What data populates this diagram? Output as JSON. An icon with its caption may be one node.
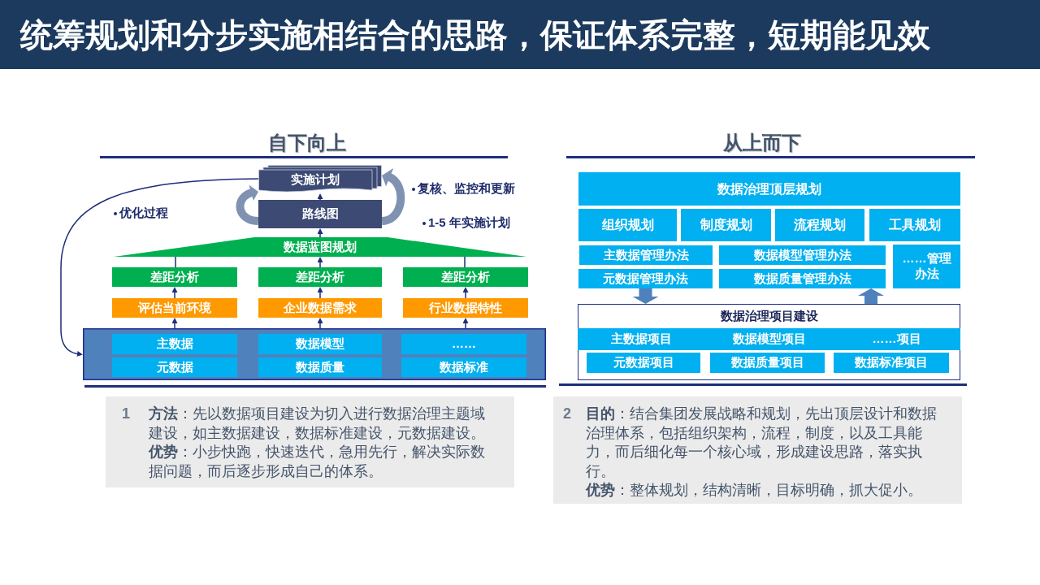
{
  "diagram": {
    "title": "统筹规划和分步实施相结合的思路，保证体系完整，短期能见效",
    "nodes": [
      {
        "text": [
          "实施计划"
        ]
      },
      {
        "text": [
          "路线图"
        ]
      },
      {
        "text": [
          "数据蓝图规划"
        ]
      },
      {
        "text": [
          "差距分析"
        ]
      },
      {
        "text": [
          "差距分析"
        ]
      },
      {
        "text": [
          "差距分析"
        ]
      },
      {
        "text": [
          "评估当前环境"
        ]
      },
      {
        "text": [
          "企业数据需求"
        ]
      },
      {
        "text": [
          "行业数据特性"
        ]
      },
      {
        "text": [],
        "shape": "box"
      },
      {
        "text": [
          "主数据"
        ],
        "in": 9
      },
      {
        "text": [
          "数据模型"
        ],
        "in": 9
      },
      {
        "text": [
          "……"
        ],
        "in": 9
      },
      {
        "text": [
          "元数据"
        ],
        "in": 9
      },
      {
        "text": [
          "数据质量"
        ],
        "in": 9
      },
      {
        "text": [
          "数据标准"
        ],
        "in": 9
      },
      {
        "text": [
          "数据治理顶层规划"
        ]
      },
      {
        "text": [
          "组织规划"
        ]
      },
      {
        "text": [
          "制度规划"
        ]
      },
      {
        "text": [
          "流程规划"
        ]
      },
      {
        "text": [
          "工具规划"
        ]
      },
      {
        "text": [
          "主数据管理办法"
        ]
      },
      {
        "text": [
          "数据模型管理办法"
        ]
      },
      {
        "text": [
          "……管理办法"
        ]
      },
      {
        "text": [
          "元数据管理办法"
        ]
      },
      {
        "text": [
          "数据质量管理办法"
        ]
      },
      {
        "text": [
          "数据治理项目建设"
        ]
      },
      {
        "text": [
          "主数据项目",
          "数据模型项目",
          "……项目"
        ],
        "in": 26
      },
      {
        "text": [
          "元数据项目"
        ],
        "in": 26
      },
      {
        "text": [
          "数据质量项目"
        ],
        "in": 26
      },
      {
        "text": [
          "数据标准项目"
        ],
        "in": 26
      },
      {
        "text": [
          "1",
          "**方法**：先以数据项目建设为切入进行数据治理主题域建设，如主数据建设，数据标准建设，元数据建设。",
          "**优势**：小步快跑，快速迭代，急用先行，解决实际数据问题，而后逐步形成自己的体系。"
        ]
      },
      {
        "text": [
          "2",
          "**目的**：结合集团发展战略和规划，先出顶层设计和数据治理体系，包括组织架构，流程，制度，以及工具能力，而后细化每一个核心域，形成建设思路，落实执行。",
          "**优势**：整体规划，结构清晰，目标明确，抓大促小。"
        ]
      }
    ],
    "edges": [
      {
        "from": 1,
        "to": 0,
        "arrow": "to"
      },
      {
        "from": 2,
        "to": 1,
        "arrow": "to"
      },
      {
        "from": 3,
        "to": 2,
        "arrow": "none"
      },
      {
        "from": 4,
        "to": 2,
        "arrow": "to"
      },
      {
        "from": 5,
        "to": 2,
        "arrow": "none"
      },
      {
        "from": 6,
        "to": 3,
        "arrow": "to"
      },
      {
        "from": 7,
        "to": 4,
        "arrow": "to"
      },
      {
        "from": 8,
        "to": 5,
        "arrow": "to"
      },
      {
        "from": 9,
        "to": 6,
        "arrow": "to"
      },
      {
        "from": 9,
        "to": 7,
        "arrow": "to"
      },
      {
        "from": 9,
        "to": 8,
        "arrow": "to"
      },
      {
        "from": 0,
        "to": 9,
        "arrow": "to"
      },
      {
        "from": 24,
        "to": 26,
        "arrow": "to",
        "style": "thick",
        "color": "#4f81bd"
      },
      {
        "from": 26,
        "to": 25,
        "arrow": "to",
        "style": "thick",
        "color": "#4f81bd"
      },
      {
        "from": 1,
        "to": 0,
        "arrow": "to",
        "style": "thick",
        "color": "#7f92b2"
      },
      {
        "from": 1,
        "to": 0,
        "arrow": "to",
        "style": "thick",
        "color": "#7f92b2"
      }
    ],
    "labels": [
      "自下向上",
      "优化过程",
      "复核、监控和更新",
      "1-5 年实施计划",
      "从上而下"
    ]
  }
}
